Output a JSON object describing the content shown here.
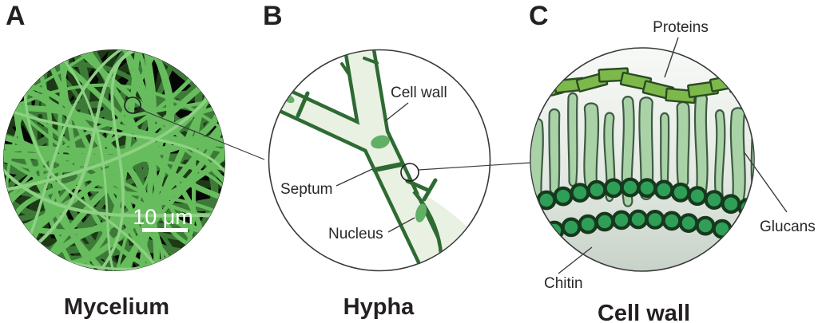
{
  "panels": [
    {
      "letter": "A",
      "caption": "Mycelium"
    },
    {
      "letter": "B",
      "caption": "Hypha"
    },
    {
      "letter": "C",
      "caption": "Cell wall"
    }
  ],
  "panel_a": {
    "scale_bar_label": "10 μm"
  },
  "panel_b": {
    "label_cell_wall": "Cell wall",
    "label_septum": "Septum",
    "label_nucleus": "Nucleus"
  },
  "panel_c": {
    "label_proteins": "Proteins",
    "label_glucans": "Glucans",
    "label_chitin": "Chitin"
  },
  "colors": {
    "title": "#242022",
    "label": "#2b2728",
    "line": "#3c3c3e",
    "scalebar": "#ffffff",
    "a_bg": "#050605",
    "myc_dark": "#1d3a17",
    "myc_mid": "#3d7a38",
    "myc_bright": "#67bd5d",
    "myc_light": "#8ed184",
    "circle_stroke": "#39393b",
    "wall": "#2e6b33",
    "cell": "#e9f1e3",
    "nucleus": "#62b066",
    "protein_fill": "#7cb84a",
    "protein_stroke": "#2b4a22",
    "glucan_fill": "#a9d2a6",
    "glucan_stroke": "#3f5a45",
    "chitin_fill": "#2f9e57",
    "chitin_stroke": "#16391e",
    "c_grad_top": "#f7f9f6",
    "c_grad_mid": "#e4eae3",
    "c_grad_bot": "#c6d1c7"
  }
}
